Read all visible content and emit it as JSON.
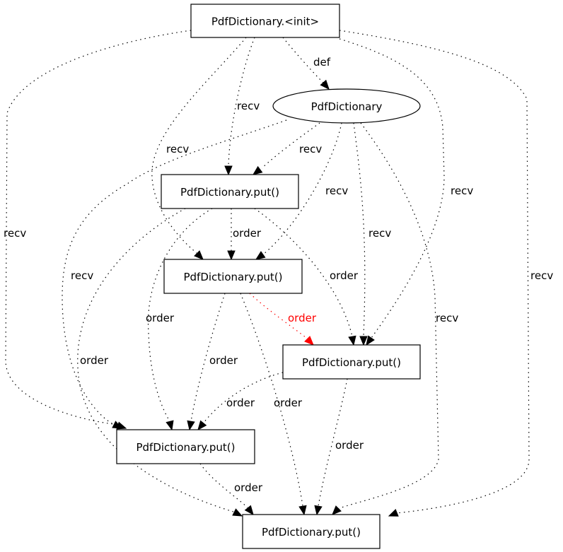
{
  "graph": {
    "nodes": [
      {
        "id": "init",
        "label": "PdfDictionary.<init>",
        "shape": "box"
      },
      {
        "id": "obj",
        "label": "PdfDictionary",
        "shape": "ellipse"
      },
      {
        "id": "put1",
        "label": "PdfDictionary.put()",
        "shape": "box"
      },
      {
        "id": "put2",
        "label": "PdfDictionary.put()",
        "shape": "box"
      },
      {
        "id": "put3",
        "label": "PdfDictionary.put()",
        "shape": "box"
      },
      {
        "id": "put4",
        "label": "PdfDictionary.put()",
        "shape": "box"
      },
      {
        "id": "put5",
        "label": "PdfDictionary.put()",
        "shape": "box"
      }
    ],
    "edges": [
      {
        "from": "init",
        "to": "obj",
        "label": "def",
        "color": "#000000"
      },
      {
        "from": "init",
        "to": "put1",
        "label": "recv",
        "color": "#000000"
      },
      {
        "from": "init",
        "to": "put2",
        "label": "recv",
        "color": "#000000"
      },
      {
        "from": "init",
        "to": "put4",
        "label": "recv",
        "color": "#000000"
      },
      {
        "from": "init",
        "to": "put3",
        "label": "recv",
        "color": "#000000"
      },
      {
        "from": "init",
        "to": "put5",
        "label": "recv",
        "color": "#000000"
      },
      {
        "from": "obj",
        "to": "put1",
        "label": "recv",
        "color": "#000000"
      },
      {
        "from": "obj",
        "to": "put2",
        "label": "recv",
        "color": "#000000"
      },
      {
        "from": "obj",
        "to": "put3",
        "label": "recv",
        "color": "#000000"
      },
      {
        "from": "obj",
        "to": "put5",
        "label": "recv",
        "color": "#000000"
      },
      {
        "from": "obj",
        "to": "put4",
        "label": "recv",
        "color": "#000000"
      },
      {
        "from": "put1",
        "to": "put2",
        "label": "order",
        "color": "#000000"
      },
      {
        "from": "put1",
        "to": "put3",
        "label": "order",
        "color": "#000000"
      },
      {
        "from": "put1",
        "to": "put4",
        "label": "order",
        "color": "#000000"
      },
      {
        "from": "put1",
        "to": "put5",
        "label": "order",
        "color": "#000000"
      },
      {
        "from": "put2",
        "to": "put3",
        "label": "order",
        "color": "#ff0000"
      },
      {
        "from": "put2",
        "to": "put4",
        "label": "order",
        "color": "#000000"
      },
      {
        "from": "put2",
        "to": "put5",
        "label": "order",
        "color": "#000000"
      },
      {
        "from": "put3",
        "to": "put4",
        "label": "order",
        "color": "#000000"
      },
      {
        "from": "put3",
        "to": "put5",
        "label": "order",
        "color": "#000000"
      },
      {
        "from": "put4",
        "to": "put5",
        "label": "order",
        "color": "#000000"
      }
    ]
  }
}
